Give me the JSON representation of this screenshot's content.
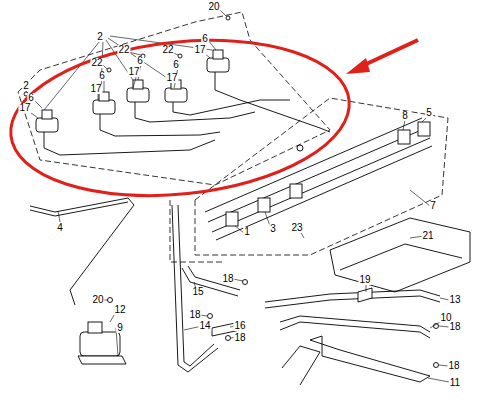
{
  "diagram": {
    "labels": [
      "2",
      "20",
      "6",
      "17",
      "22",
      "22",
      "6",
      "6",
      "22",
      "6",
      "17",
      "17",
      "2",
      "17",
      "6",
      "17",
      "8",
      "5",
      "7",
      "4",
      "23",
      "21",
      "3",
      "1",
      "18",
      "19",
      "15",
      "20",
      "13",
      "12",
      "18",
      "10",
      "14",
      "16",
      "18",
      "9",
      "18",
      "18",
      "11"
    ]
  }
}
